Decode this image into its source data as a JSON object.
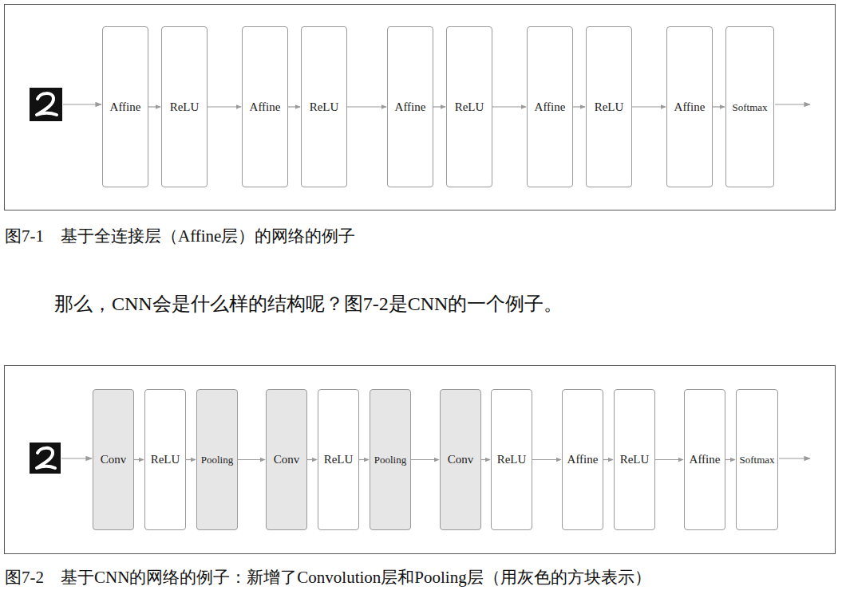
{
  "diagram": {
    "caption": "图7-1　基于全连接层（Affine层）的网络的例子",
    "nodes": [
      {
        "text": [
          "Affine"
        ]
      },
      {
        "text": [
          "ReLU"
        ]
      },
      {
        "text": [
          "Affine"
        ]
      },
      {
        "text": [
          "ReLU"
        ]
      },
      {
        "text": [
          "Affine"
        ]
      },
      {
        "text": [
          "ReLU"
        ]
      },
      {
        "text": [
          "Affine"
        ]
      },
      {
        "text": [
          "ReLU"
        ]
      },
      {
        "text": [
          "Affine"
        ]
      },
      {
        "text": [
          "Softmax"
        ]
      },
      {
        "text": [
          "Conv"
        ]
      },
      {
        "text": [
          "ReLU"
        ]
      },
      {
        "text": [
          "Pooling"
        ]
      },
      {
        "text": [
          "Conv"
        ]
      },
      {
        "text": [
          "ReLU"
        ]
      },
      {
        "text": [
          "Pooling"
        ]
      },
      {
        "text": [
          "Conv"
        ]
      },
      {
        "text": [
          "ReLU"
        ]
      },
      {
        "text": [
          "Affine"
        ]
      },
      {
        "text": [
          "ReLU"
        ]
      },
      {
        "text": [
          "Affine"
        ]
      },
      {
        "text": [
          "Softmax"
        ]
      }
    ],
    "edges": [
      {
        "from": 0,
        "to": 1,
        "arrow": "to"
      },
      {
        "from": 1,
        "to": 2,
        "arrow": "to"
      },
      {
        "from": 2,
        "to": 3,
        "arrow": "to"
      },
      {
        "from": 3,
        "to": 4,
        "arrow": "to"
      },
      {
        "from": 4,
        "to": 5,
        "arrow": "to"
      },
      {
        "from": 5,
        "to": 6,
        "arrow": "to"
      },
      {
        "from": 6,
        "to": 7,
        "arrow": "to"
      },
      {
        "from": 7,
        "to": 8,
        "arrow": "to"
      },
      {
        "from": 8,
        "to": 9,
        "arrow": "to"
      },
      {
        "from": 10,
        "to": 11,
        "arrow": "to"
      },
      {
        "from": 11,
        "to": 12,
        "arrow": "to"
      },
      {
        "from": 12,
        "to": 13,
        "arrow": "to"
      },
      {
        "from": 13,
        "to": 14,
        "arrow": "to"
      },
      {
        "from": 14,
        "to": 15,
        "arrow": "to"
      },
      {
        "from": 15,
        "to": 16,
        "arrow": "to"
      },
      {
        "from": 16,
        "to": 17,
        "arrow": "to"
      },
      {
        "from": 17,
        "to": 18,
        "arrow": "to"
      },
      {
        "from": 18,
        "to": 19,
        "arrow": "to"
      },
      {
        "from": 19,
        "to": 20,
        "arrow": "to"
      },
      {
        "from": 20,
        "to": 21,
        "arrow": "to"
      }
    ],
    "labels": [
      "那么，CNN会是什么样的结构呢？图7-2是CNN的一个例子。",
      "图7-2　基于CNN的网络的例子：新增了Convolution层和Pooling层（用灰色的方块表示）"
    ]
  }
}
